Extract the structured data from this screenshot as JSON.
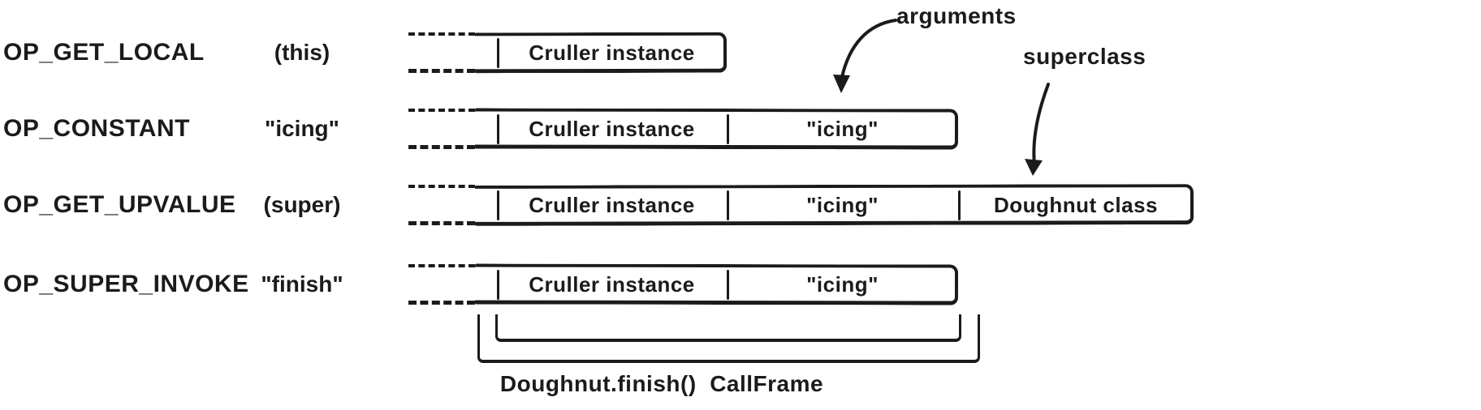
{
  "colors": {
    "ink": "#1b1b1b",
    "background": "#ffffff"
  },
  "rows": [
    {
      "opcode": "OP_GET_LOCAL",
      "operand": "(this)",
      "cells": [
        "Cruller instance"
      ]
    },
    {
      "opcode": "OP_CONSTANT",
      "operand": "\"icing\"",
      "cells": [
        "Cruller instance",
        "\"icing\""
      ]
    },
    {
      "opcode": "OP_GET_UPVALUE",
      "operand": "(super)",
      "cells": [
        "Cruller instance",
        "\"icing\"",
        "Doughnut class"
      ]
    },
    {
      "opcode": "OP_SUPER_INVOKE",
      "operand": "\"finish\"",
      "cells": [
        "Cruller instance",
        "\"icing\""
      ]
    }
  ],
  "annotations": {
    "arguments_label": "arguments",
    "superclass_label": "superclass"
  },
  "callframe_label": "Doughnut.finish()  CallFrame"
}
